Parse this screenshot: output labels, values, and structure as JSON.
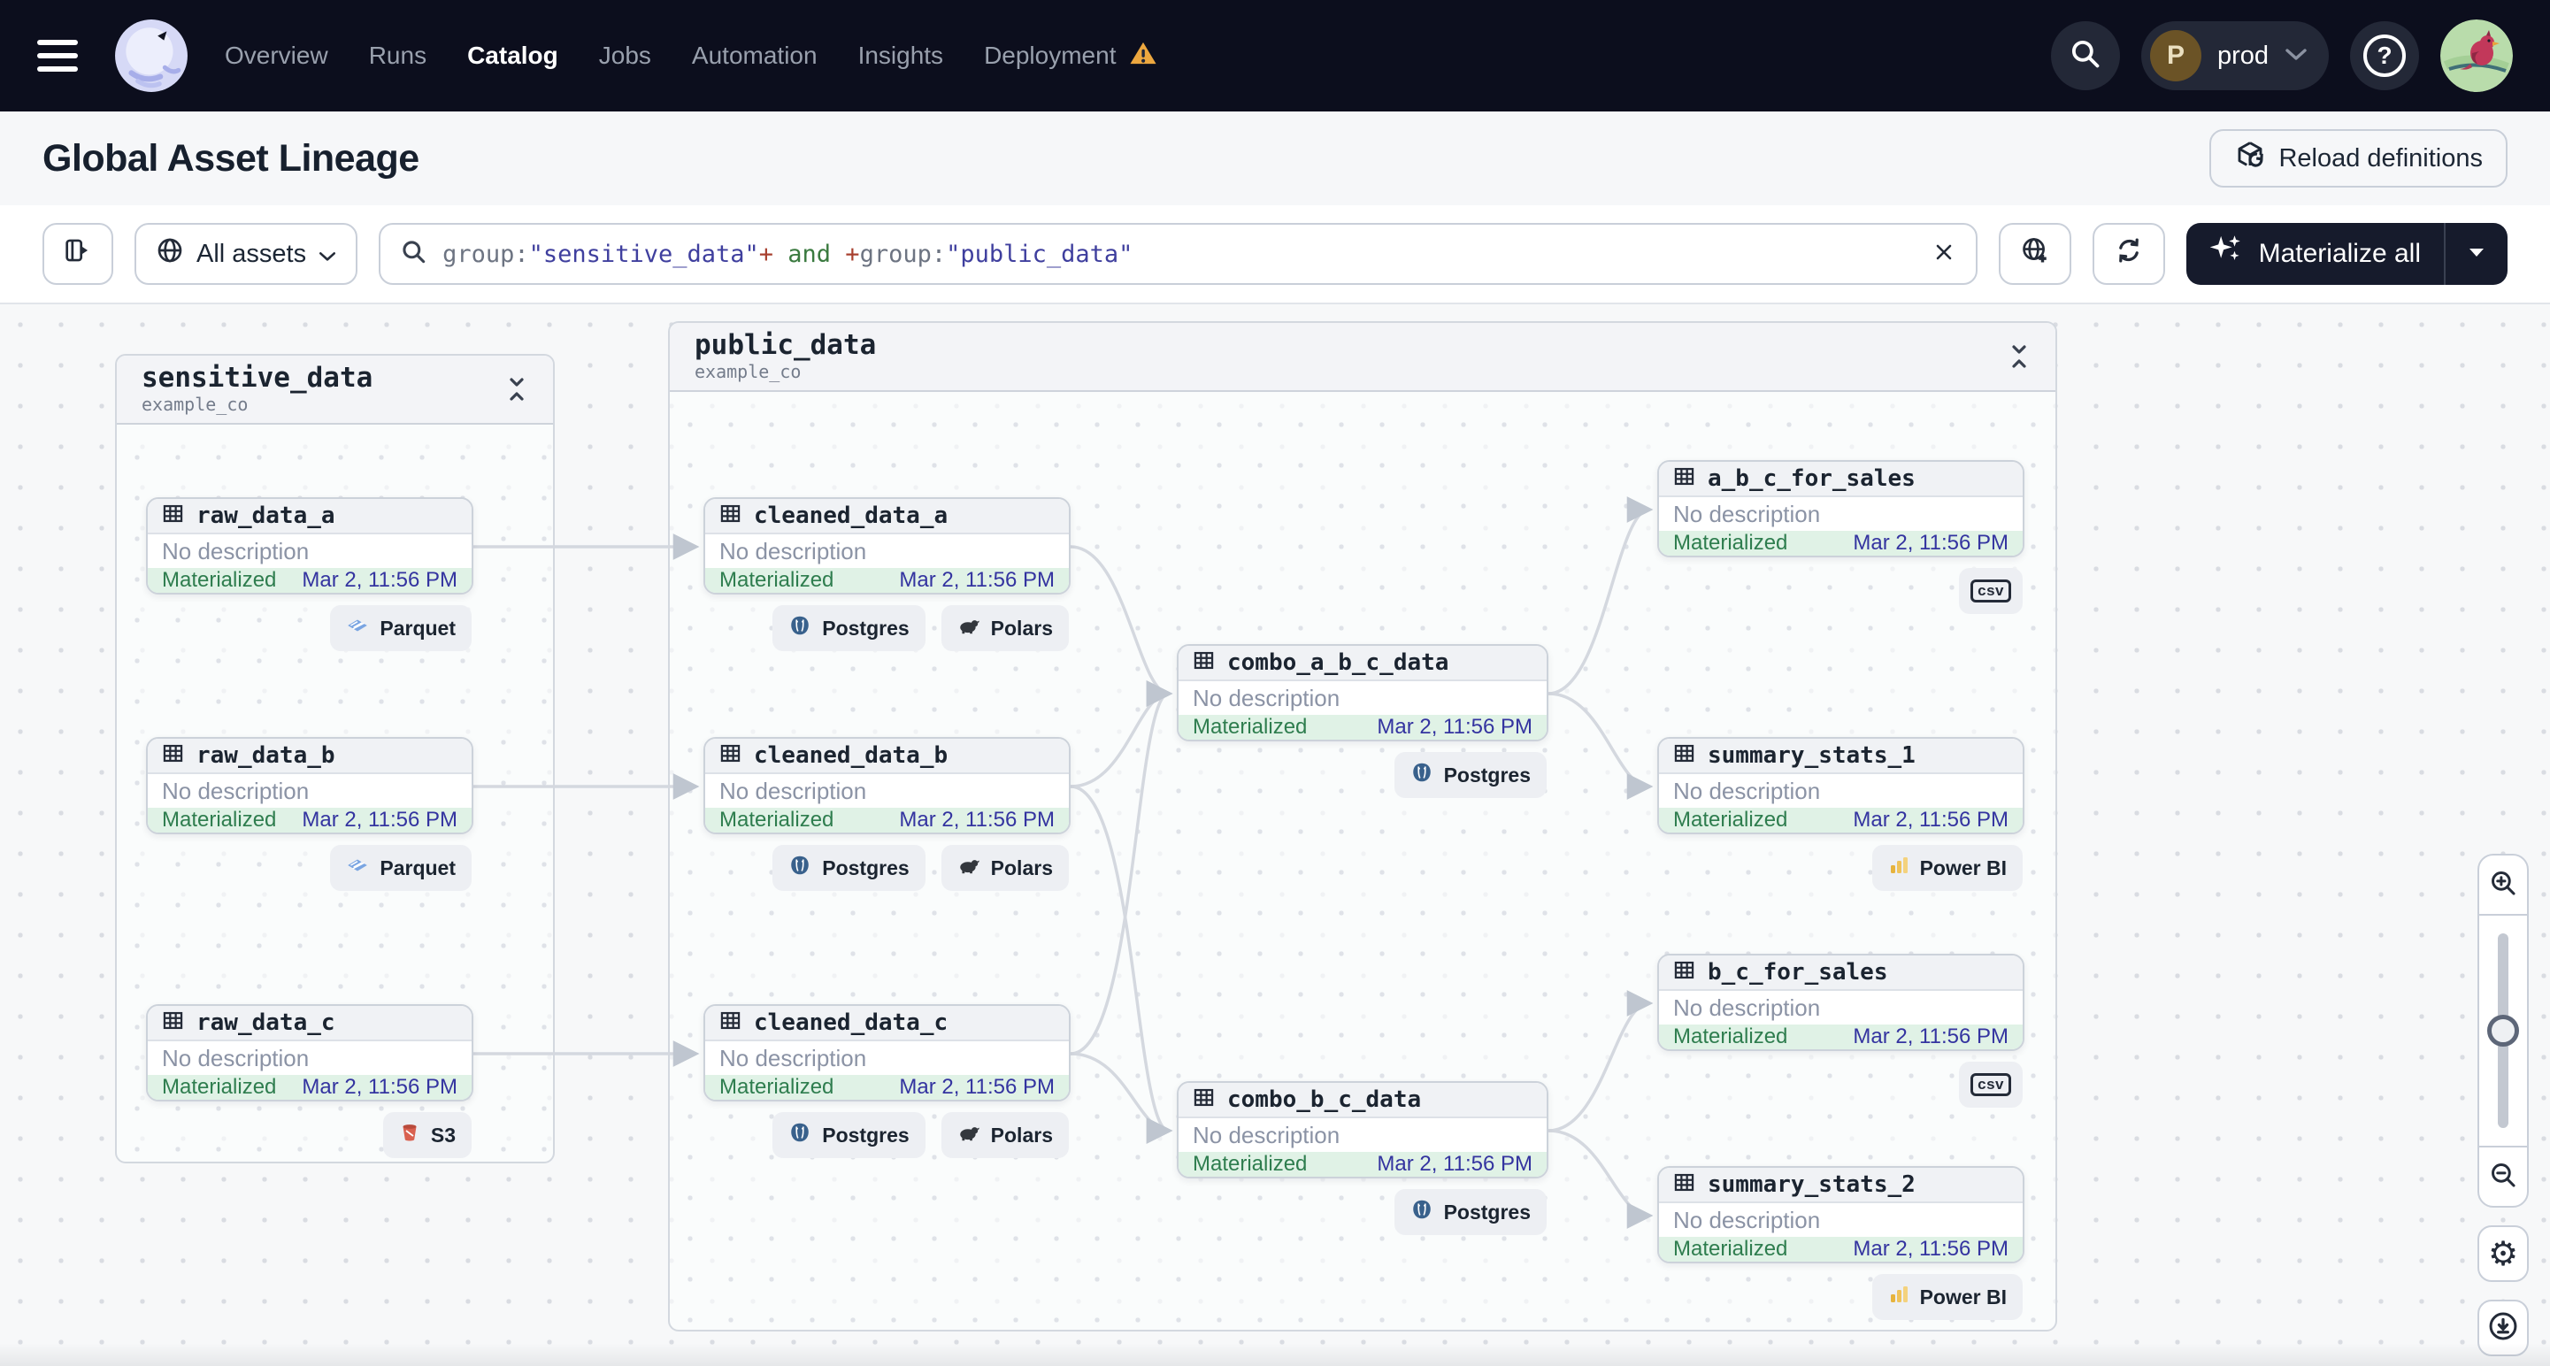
{
  "nav": {
    "items": [
      {
        "label": "Overview",
        "active": false
      },
      {
        "label": "Runs",
        "active": false
      },
      {
        "label": "Catalog",
        "active": true
      },
      {
        "label": "Jobs",
        "active": false
      },
      {
        "label": "Automation",
        "active": false
      },
      {
        "label": "Insights",
        "active": false
      },
      {
        "label": "Deployment",
        "active": false,
        "warning": true
      }
    ],
    "environment": {
      "initial": "P",
      "name": "prod"
    }
  },
  "header": {
    "title": "Global Asset Lineage",
    "reload_button_label": "Reload definitions"
  },
  "toolbar": {
    "assets_filter_label": "All assets",
    "search_query": "group:\"sensitive_data\"+ and +group:\"public_data\"",
    "query_segments": [
      {
        "text": "group:",
        "role": "plain"
      },
      {
        "text": "\"sensitive_data\"",
        "role": "string"
      },
      {
        "text": "+",
        "role": "operator"
      },
      {
        "text": " and ",
        "role": "keyword"
      },
      {
        "text": "+",
        "role": "operator"
      },
      {
        "text": "group:",
        "role": "plain"
      },
      {
        "text": "\"public_data\"",
        "role": "string"
      }
    ],
    "materialize_button_label": "Materialize all"
  },
  "lineage": {
    "groups": [
      {
        "name": "sensitive_data",
        "location": "example_co",
        "nodes": [
          {
            "name": "raw_data_a",
            "description": "No description",
            "status": "Materialized",
            "last_materialization": "Mar 2, 11:56 PM",
            "badges": [
              {
                "name": "parquet",
                "label": "Parquet"
              }
            ]
          },
          {
            "name": "raw_data_b",
            "description": "No description",
            "status": "Materialized",
            "last_materialization": "Mar 2, 11:56 PM",
            "badges": [
              {
                "name": "parquet",
                "label": "Parquet"
              }
            ]
          },
          {
            "name": "raw_data_c",
            "description": "No description",
            "status": "Materialized",
            "last_materialization": "Mar 2, 11:56 PM",
            "badges": [
              {
                "name": "s3",
                "label": "S3"
              }
            ]
          }
        ]
      },
      {
        "name": "public_data",
        "location": "example_co",
        "nodes": [
          {
            "name": "cleaned_data_a",
            "description": "No description",
            "status": "Materialized",
            "last_materialization": "Mar 2, 11:56 PM",
            "badges": [
              {
                "name": "postgres",
                "label": "Postgres"
              },
              {
                "name": "polars",
                "label": "Polars"
              }
            ]
          },
          {
            "name": "cleaned_data_b",
            "description": "No description",
            "status": "Materialized",
            "last_materialization": "Mar 2, 11:56 PM",
            "badges": [
              {
                "name": "postgres",
                "label": "Postgres"
              },
              {
                "name": "polars",
                "label": "Polars"
              }
            ]
          },
          {
            "name": "cleaned_data_c",
            "description": "No description",
            "status": "Materialized",
            "last_materialization": "Mar 2, 11:56 PM",
            "badges": [
              {
                "name": "postgres",
                "label": "Postgres"
              },
              {
                "name": "polars",
                "label": "Polars"
              }
            ]
          },
          {
            "name": "combo_a_b_c_data",
            "description": "No description",
            "status": "Materialized",
            "last_materialization": "Mar 2, 11:56 PM",
            "badges": [
              {
                "name": "postgres",
                "label": "Postgres"
              }
            ]
          },
          {
            "name": "combo_b_c_data",
            "description": "No description",
            "status": "Materialized",
            "last_materialization": "Mar 2, 11:56 PM",
            "badges": [
              {
                "name": "postgres",
                "label": "Postgres"
              }
            ]
          },
          {
            "name": "a_b_c_for_sales",
            "description": "No description",
            "status": "Materialized",
            "last_materialization": "Mar 2, 11:56 PM",
            "badges": [
              {
                "name": "csv",
                "label": "csv"
              }
            ]
          },
          {
            "name": "summary_stats_1",
            "description": "No description",
            "status": "Materialized",
            "last_materialization": "Mar 2, 11:56 PM",
            "badges": [
              {
                "name": "powerbi",
                "label": "Power BI"
              }
            ]
          },
          {
            "name": "b_c_for_sales",
            "description": "No description",
            "status": "Materialized",
            "last_materialization": "Mar 2, 11:56 PM",
            "badges": [
              {
                "name": "csv",
                "label": "csv"
              }
            ]
          },
          {
            "name": "summary_stats_2",
            "description": "No description",
            "status": "Materialized",
            "last_materialization": "Mar 2, 11:56 PM",
            "badges": [
              {
                "name": "powerbi",
                "label": "Power BI"
              }
            ]
          }
        ]
      }
    ],
    "edges": [
      [
        "raw_data_a",
        "cleaned_data_a"
      ],
      [
        "raw_data_b",
        "cleaned_data_b"
      ],
      [
        "raw_data_c",
        "cleaned_data_c"
      ],
      [
        "cleaned_data_a",
        "combo_a_b_c_data"
      ],
      [
        "cleaned_data_b",
        "combo_a_b_c_data"
      ],
      [
        "cleaned_data_c",
        "combo_a_b_c_data"
      ],
      [
        "cleaned_data_b",
        "combo_b_c_data"
      ],
      [
        "cleaned_data_c",
        "combo_b_c_data"
      ],
      [
        "combo_a_b_c_data",
        "a_b_c_for_sales"
      ],
      [
        "combo_a_b_c_data",
        "summary_stats_1"
      ],
      [
        "combo_b_c_data",
        "b_c_for_sales"
      ],
      [
        "combo_b_c_data",
        "summary_stats_2"
      ]
    ]
  },
  "palette": {
    "nav_bg": "#0c0e1d",
    "accent_dark": "#161b2c",
    "canvas_bg": "#f7f8f9",
    "materialized_bg": "#e0f2e6",
    "materialized_green": "#2e7d4e",
    "timestamp_indigo": "#3434a0",
    "warning_orange": "#eda73f",
    "query_string": "#3f3f9e",
    "query_operator": "#a8402f",
    "query_keyword": "#3a7a3f"
  }
}
